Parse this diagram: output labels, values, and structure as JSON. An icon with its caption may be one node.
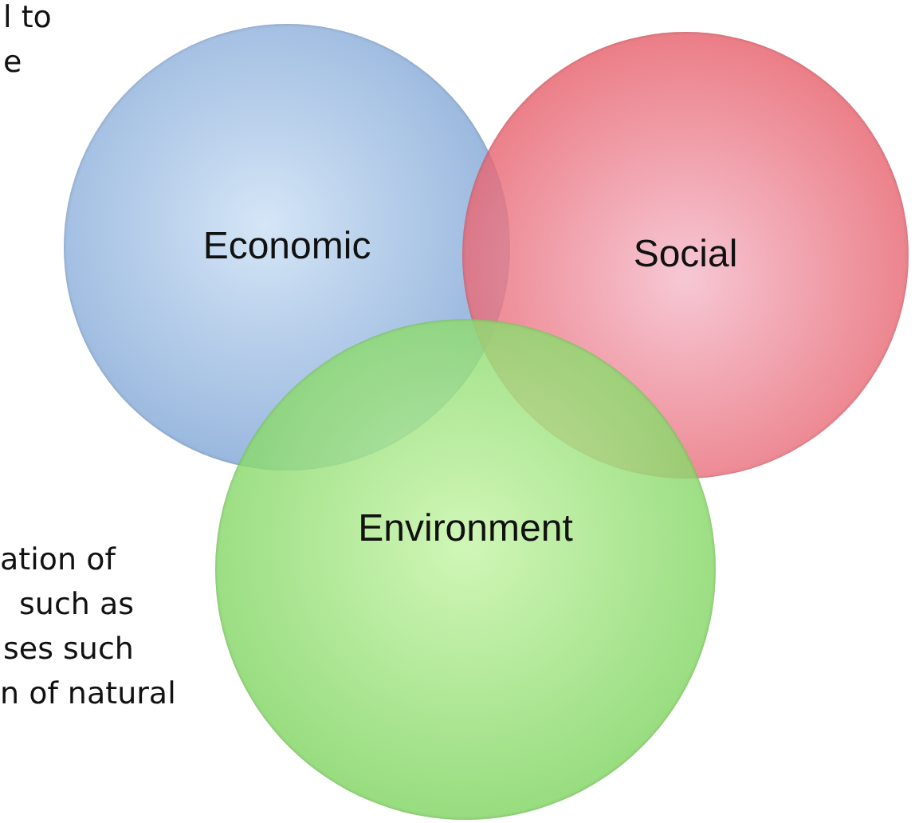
{
  "diagram": {
    "nodes": [
      {
        "text": [
          "Economic"
        ]
      },
      {
        "text": [
          "Social"
        ]
      },
      {
        "text": [
          "Environment"
        ]
      }
    ],
    "labels": [
      "l to",
      "e",
      "ation of",
      "such as",
      "ses such",
      "n of natural"
    ]
  }
}
